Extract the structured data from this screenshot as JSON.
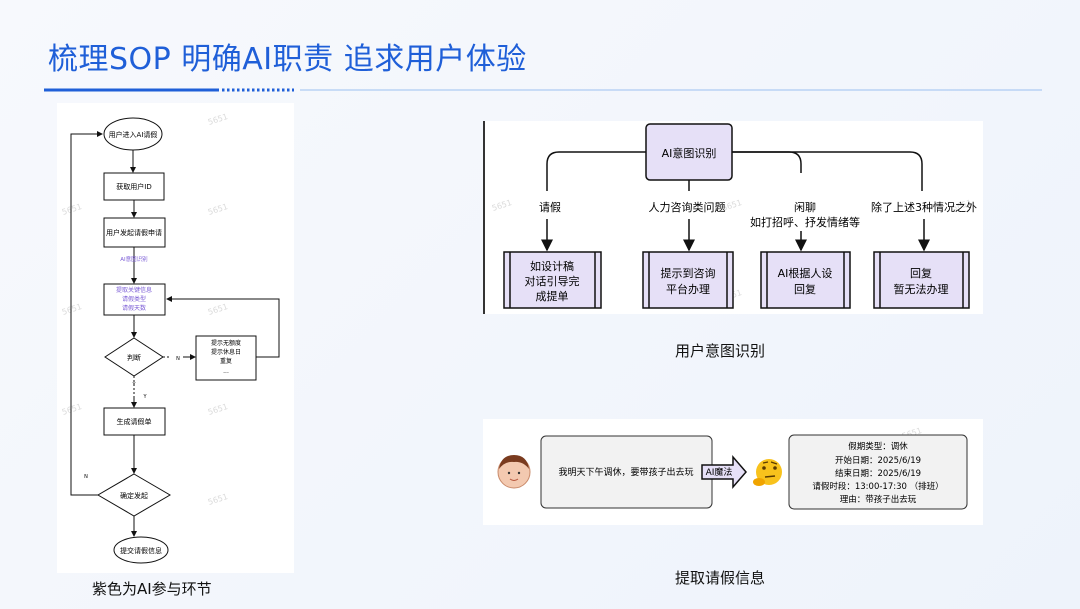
{
  "slide": {
    "title": "梳理SOP 明确AI职责 追求用户体验"
  },
  "flowchart": {
    "nodes": {
      "start": "用户进入AI请假",
      "get_user_id": "获取用户ID",
      "submit_request": "用户发起请假申请",
      "ai_intent_label": "AI意图识别",
      "extract_line1": "提取关键信息",
      "extract_line2": "请假类型",
      "extract_line3": "请假天数",
      "judge": "判断",
      "prompt_line1": "提示无额度",
      "prompt_line2": "提示休息日",
      "prompt_line3": "重复",
      "prompt_line4": "...",
      "n_label_1": "N",
      "y_label_1": "Y",
      "y_label_2": "Y",
      "generate": "生成请假单",
      "n_label_2": "N",
      "confirm": "确定发起",
      "submit_info": "提交请假信息"
    },
    "caption": "紫色为AI参与环节",
    "colors": {
      "ai": "#7b5cd6",
      "line": "#111111"
    }
  },
  "intent_diagram": {
    "root": "AI意图识别",
    "branches": [
      {
        "label": "请假",
        "result": [
          "如设计稿",
          "对话引导完",
          "成提单"
        ]
      },
      {
        "label": "人力咨询类问题",
        "result": [
          "提示到咨询",
          "平台办理"
        ]
      },
      {
        "label": [
          "闲聊",
          "如打招呼、抒发情绪等"
        ],
        "result": [
          "AI根据人设",
          "回复"
        ]
      },
      {
        "label": "除了上述3种情况之外",
        "result": [
          "回复",
          "暂无法办理"
        ]
      }
    ],
    "caption": "用户意图识别",
    "colors": {
      "box": "#e6e0f7"
    }
  },
  "extract_diagram": {
    "message": "我明天下午调休，要带孩子出去玩",
    "arrow_label": "AI魔法",
    "fields": [
      "假期类型：调休",
      "开始日期：2025/6/19",
      "结束日期：2025/6/19",
      "请假时段：13:00-17:30 （排班）",
      "理由：带孩子出去玩"
    ],
    "caption": "提取请假信息"
  },
  "watermark": "5651"
}
